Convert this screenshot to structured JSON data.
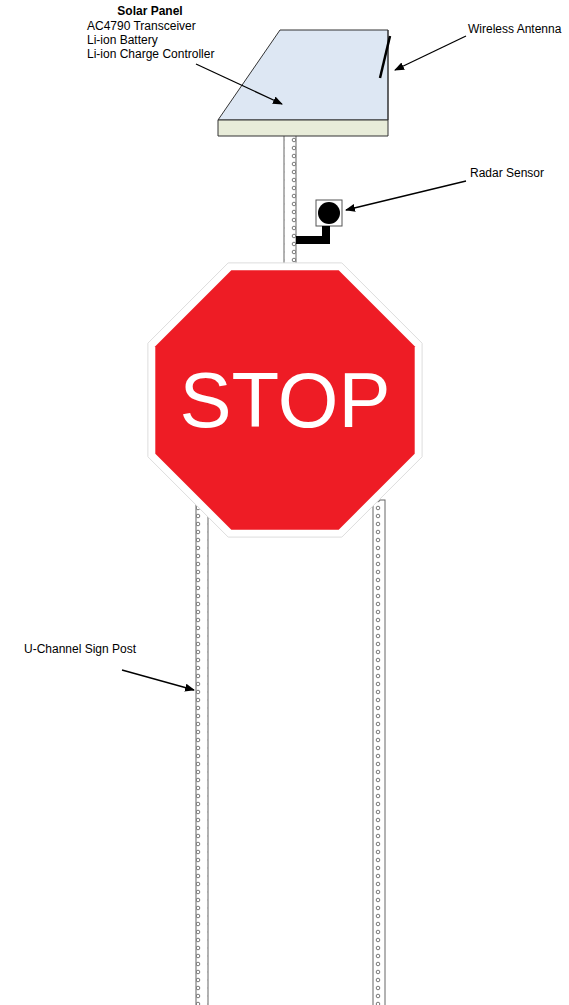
{
  "diagram": {
    "nodes": [
      {
        "text": [
          "STOP"
        ]
      }
    ],
    "labels": [
      "Solar Panel",
      "AC4790 Transceiver",
      "Li-ion Battery",
      "Li-ion Charge Controller",
      "Wireless Antenna",
      "Radar Sensor",
      "U-Channel Sign Post"
    ]
  }
}
